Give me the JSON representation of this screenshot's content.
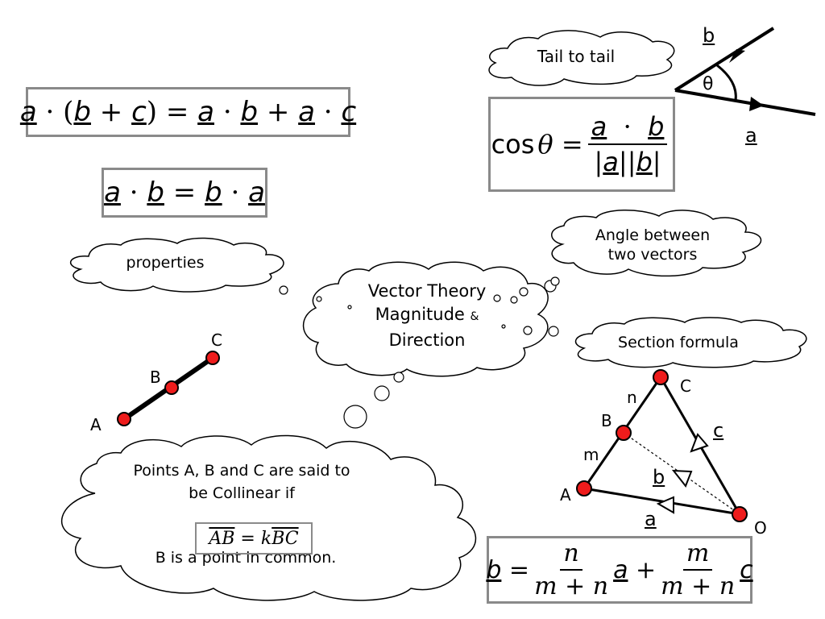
{
  "formulas": {
    "distributive": {
      "a": "a",
      "b": "b",
      "c": "c"
    },
    "commutative": {
      "a": "a",
      "b": "b"
    },
    "cosine": {
      "func": "cos",
      "theta": "θ",
      "a": "a",
      "b": "b"
    },
    "section": {
      "b": "b",
      "n": "n",
      "m": "m",
      "a": "a",
      "c": "c"
    },
    "collinear": {
      "ab": "AB",
      "k": "k",
      "bc": "BC"
    }
  },
  "clouds": {
    "tail_to_tail": "Tail to tail",
    "angle_between": [
      "Angle between",
      "two vectors"
    ],
    "properties": "properties",
    "center": [
      "Vector Theory",
      "Magnitude",
      "&",
      "Direction"
    ],
    "section_formula": "Section formula",
    "collinear": [
      "Points A, B and C are said to",
      "be Collinear  if"
    ],
    "collinear_footer": "B is a point in common."
  },
  "angle_diagram": {
    "b": "b",
    "theta": "θ",
    "a": "a"
  },
  "collinear_diagram": {
    "A": "A",
    "B": "B",
    "C": "C"
  },
  "triangle_diagram": {
    "C": "C",
    "n": "n",
    "B": "B",
    "m": "m",
    "A": "A",
    "O": "O",
    "c": "c",
    "b": "b",
    "a": "a"
  },
  "colors": {
    "point": "#ee1c1c",
    "border": "#8a8a8a"
  }
}
